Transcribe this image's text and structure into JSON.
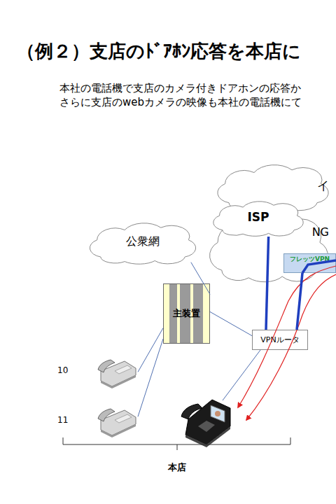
{
  "diagram": {
    "title": "（例２）支店のﾄﾞｱﾎﾝ応答を本店に",
    "nodes": [
      {
        "text": [
          "イ"
        ]
      },
      {
        "text": [
          "ISP"
        ]
      },
      {
        "text": [
          "公衆網"
        ]
      },
      {
        "text": [
          "NG"
        ]
      },
      {
        "text": [
          "フレッツVPN"
        ]
      },
      {
        "text": [
          "主装置"
        ]
      },
      {
        "text": [
          "VPNルータ"
        ]
      },
      {
        "text": [
          "10"
        ]
      },
      {
        "text": [
          "11"
        ]
      }
    ],
    "edges": [
      {
        "from": 5,
        "to": 2,
        "arrow": "none"
      },
      {
        "from": 5,
        "to": 6,
        "arrow": "none"
      },
      {
        "from": 5,
        "to": 7,
        "arrow": "none"
      },
      {
        "from": 5,
        "to": 8,
        "arrow": "none"
      },
      {
        "from": 6,
        "to": 1,
        "arrow": "none"
      },
      {
        "from": 6,
        "to": 4,
        "arrow": "none"
      }
    ],
    "labels": [
      "本社の電話機で支店のカメラ付きドアホンの応答か",
      "さらに支店のwebカメラの映像も本社の電話機にて",
      "本店"
    ]
  }
}
